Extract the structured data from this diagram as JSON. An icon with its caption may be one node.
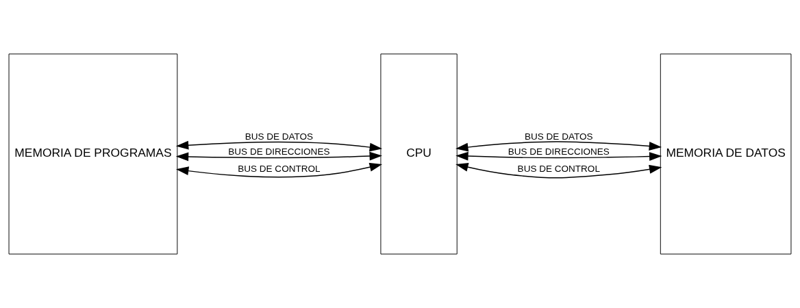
{
  "diagram": {
    "nodes": [
      {
        "text": [
          "MEMORIA DE PROGRAMAS"
        ]
      },
      {
        "text": [
          "CPU"
        ]
      },
      {
        "text": [
          "MEMORIA DE DATOS"
        ]
      }
    ],
    "edges": [
      {
        "from": 0,
        "to": 1,
        "arrow": "both",
        "label": "BUS DE DATOS"
      },
      {
        "from": 0,
        "to": 1,
        "arrow": "both",
        "label": "BUS DE DIRECCIONES"
      },
      {
        "from": 0,
        "to": 1,
        "arrow": "both",
        "label": "BUS DE CONTROL"
      },
      {
        "from": 1,
        "to": 2,
        "arrow": "both",
        "label": "BUS DE DATOS"
      },
      {
        "from": 1,
        "to": 2,
        "arrow": "both",
        "label": "BUS DE DIRECCIONES"
      },
      {
        "from": 1,
        "to": 2,
        "arrow": "both",
        "label": "BUS DE CONTROL"
      }
    ]
  }
}
